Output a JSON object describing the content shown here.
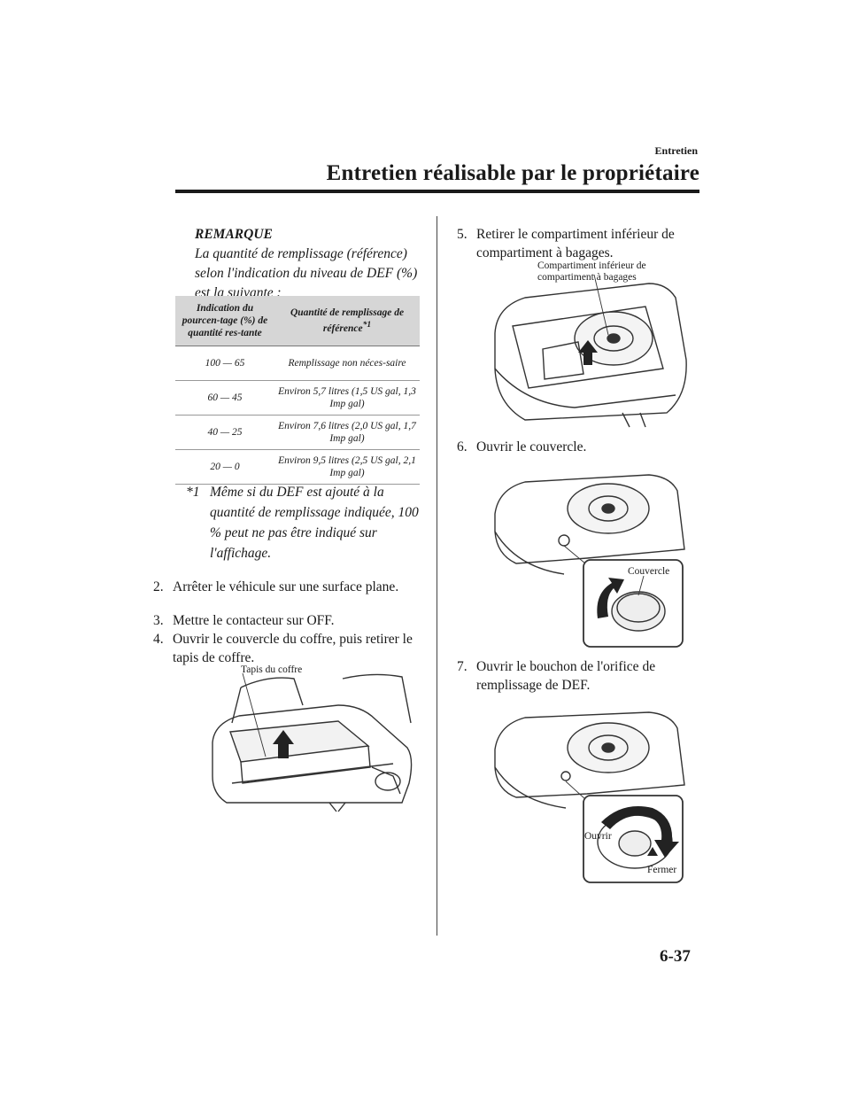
{
  "header": {
    "section": "Entretien",
    "title": "Entretien réalisable par le propriétaire"
  },
  "note": {
    "heading": "REMARQUE",
    "text": "La quantité de remplissage (référence) selon l'indication du niveau de DEF (%) est la suivante :"
  },
  "table": {
    "col1_header": "Indication du pourcen-tage (%) de quantité res-tante",
    "col2_header": "Quantité de remplissage de référence",
    "col2_sup": "*1",
    "rows": [
      {
        "indication": "100 — 65",
        "quantity": "Remplissage non néces-saire"
      },
      {
        "indication": "60 — 45",
        "quantity": "Environ 5,7 litres (1,5 US gal, 1,3 Imp gal)"
      },
      {
        "indication": "40 — 25",
        "quantity": "Environ 7,6 litres (2,0 US gal, 1,7 Imp gal)"
      },
      {
        "indication": "20 — 0",
        "quantity": "Environ 9,5 litres (2,5 US gal, 2,1 Imp gal)"
      }
    ]
  },
  "footnote": {
    "mark": "*1",
    "text": "Même si du DEF est ajouté à la quantité de remplissage indiquée, 100 % peut ne pas être indiqué sur l'affichage."
  },
  "steps": [
    {
      "number": "2.",
      "text": "Arrêter le véhicule sur une surface plane."
    },
    {
      "number": "3.",
      "text": "Mettre le contacteur sur OFF."
    },
    {
      "number": "4.",
      "text": "Ouvrir le couvercle du coffre, puis retirer le tapis de coffre."
    },
    {
      "number": "5.",
      "text": "Retirer le compartiment inférieur de compartiment à bagages."
    },
    {
      "number": "6.",
      "text": "Ouvrir le couvercle."
    },
    {
      "number": "7.",
      "text": "Ouvrir le bouchon de l'orifice de remplissage de DEF."
    }
  ],
  "callouts": {
    "tapis": "Tapis du coffre",
    "compartiment": "Compartiment inférieur de compartiment à bagages",
    "couvercle": "Couvercle",
    "ouvrir": "Ouvrir",
    "fermer": "Fermer"
  },
  "page_number": "6-37"
}
